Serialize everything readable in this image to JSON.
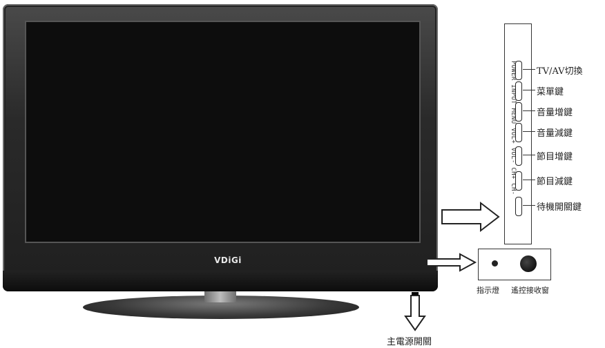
{
  "tv": {
    "brand": "VDiGi"
  },
  "side_panel": {
    "printed_labels": "POWER INPUT MENU VOL+ VOL- CH+ CH-",
    "buttons": [
      {
        "label": "TV/AV切換"
      },
      {
        "label": "菜單鍵"
      },
      {
        "label": "音量增鍵"
      },
      {
        "label": "音量減鍵"
      },
      {
        "label": "節目增鍵"
      },
      {
        "label": "節目減鍵"
      },
      {
        "label": "待機開關鍵"
      }
    ]
  },
  "indicator_panel": {
    "indicator_label": "指示燈",
    "ir_label": "遙控接收窗"
  },
  "power_switch": {
    "label": "主電源開關"
  },
  "icons": [
    "right-arrow-icon",
    "right-arrow-icon",
    "down-arrow-icon"
  ]
}
